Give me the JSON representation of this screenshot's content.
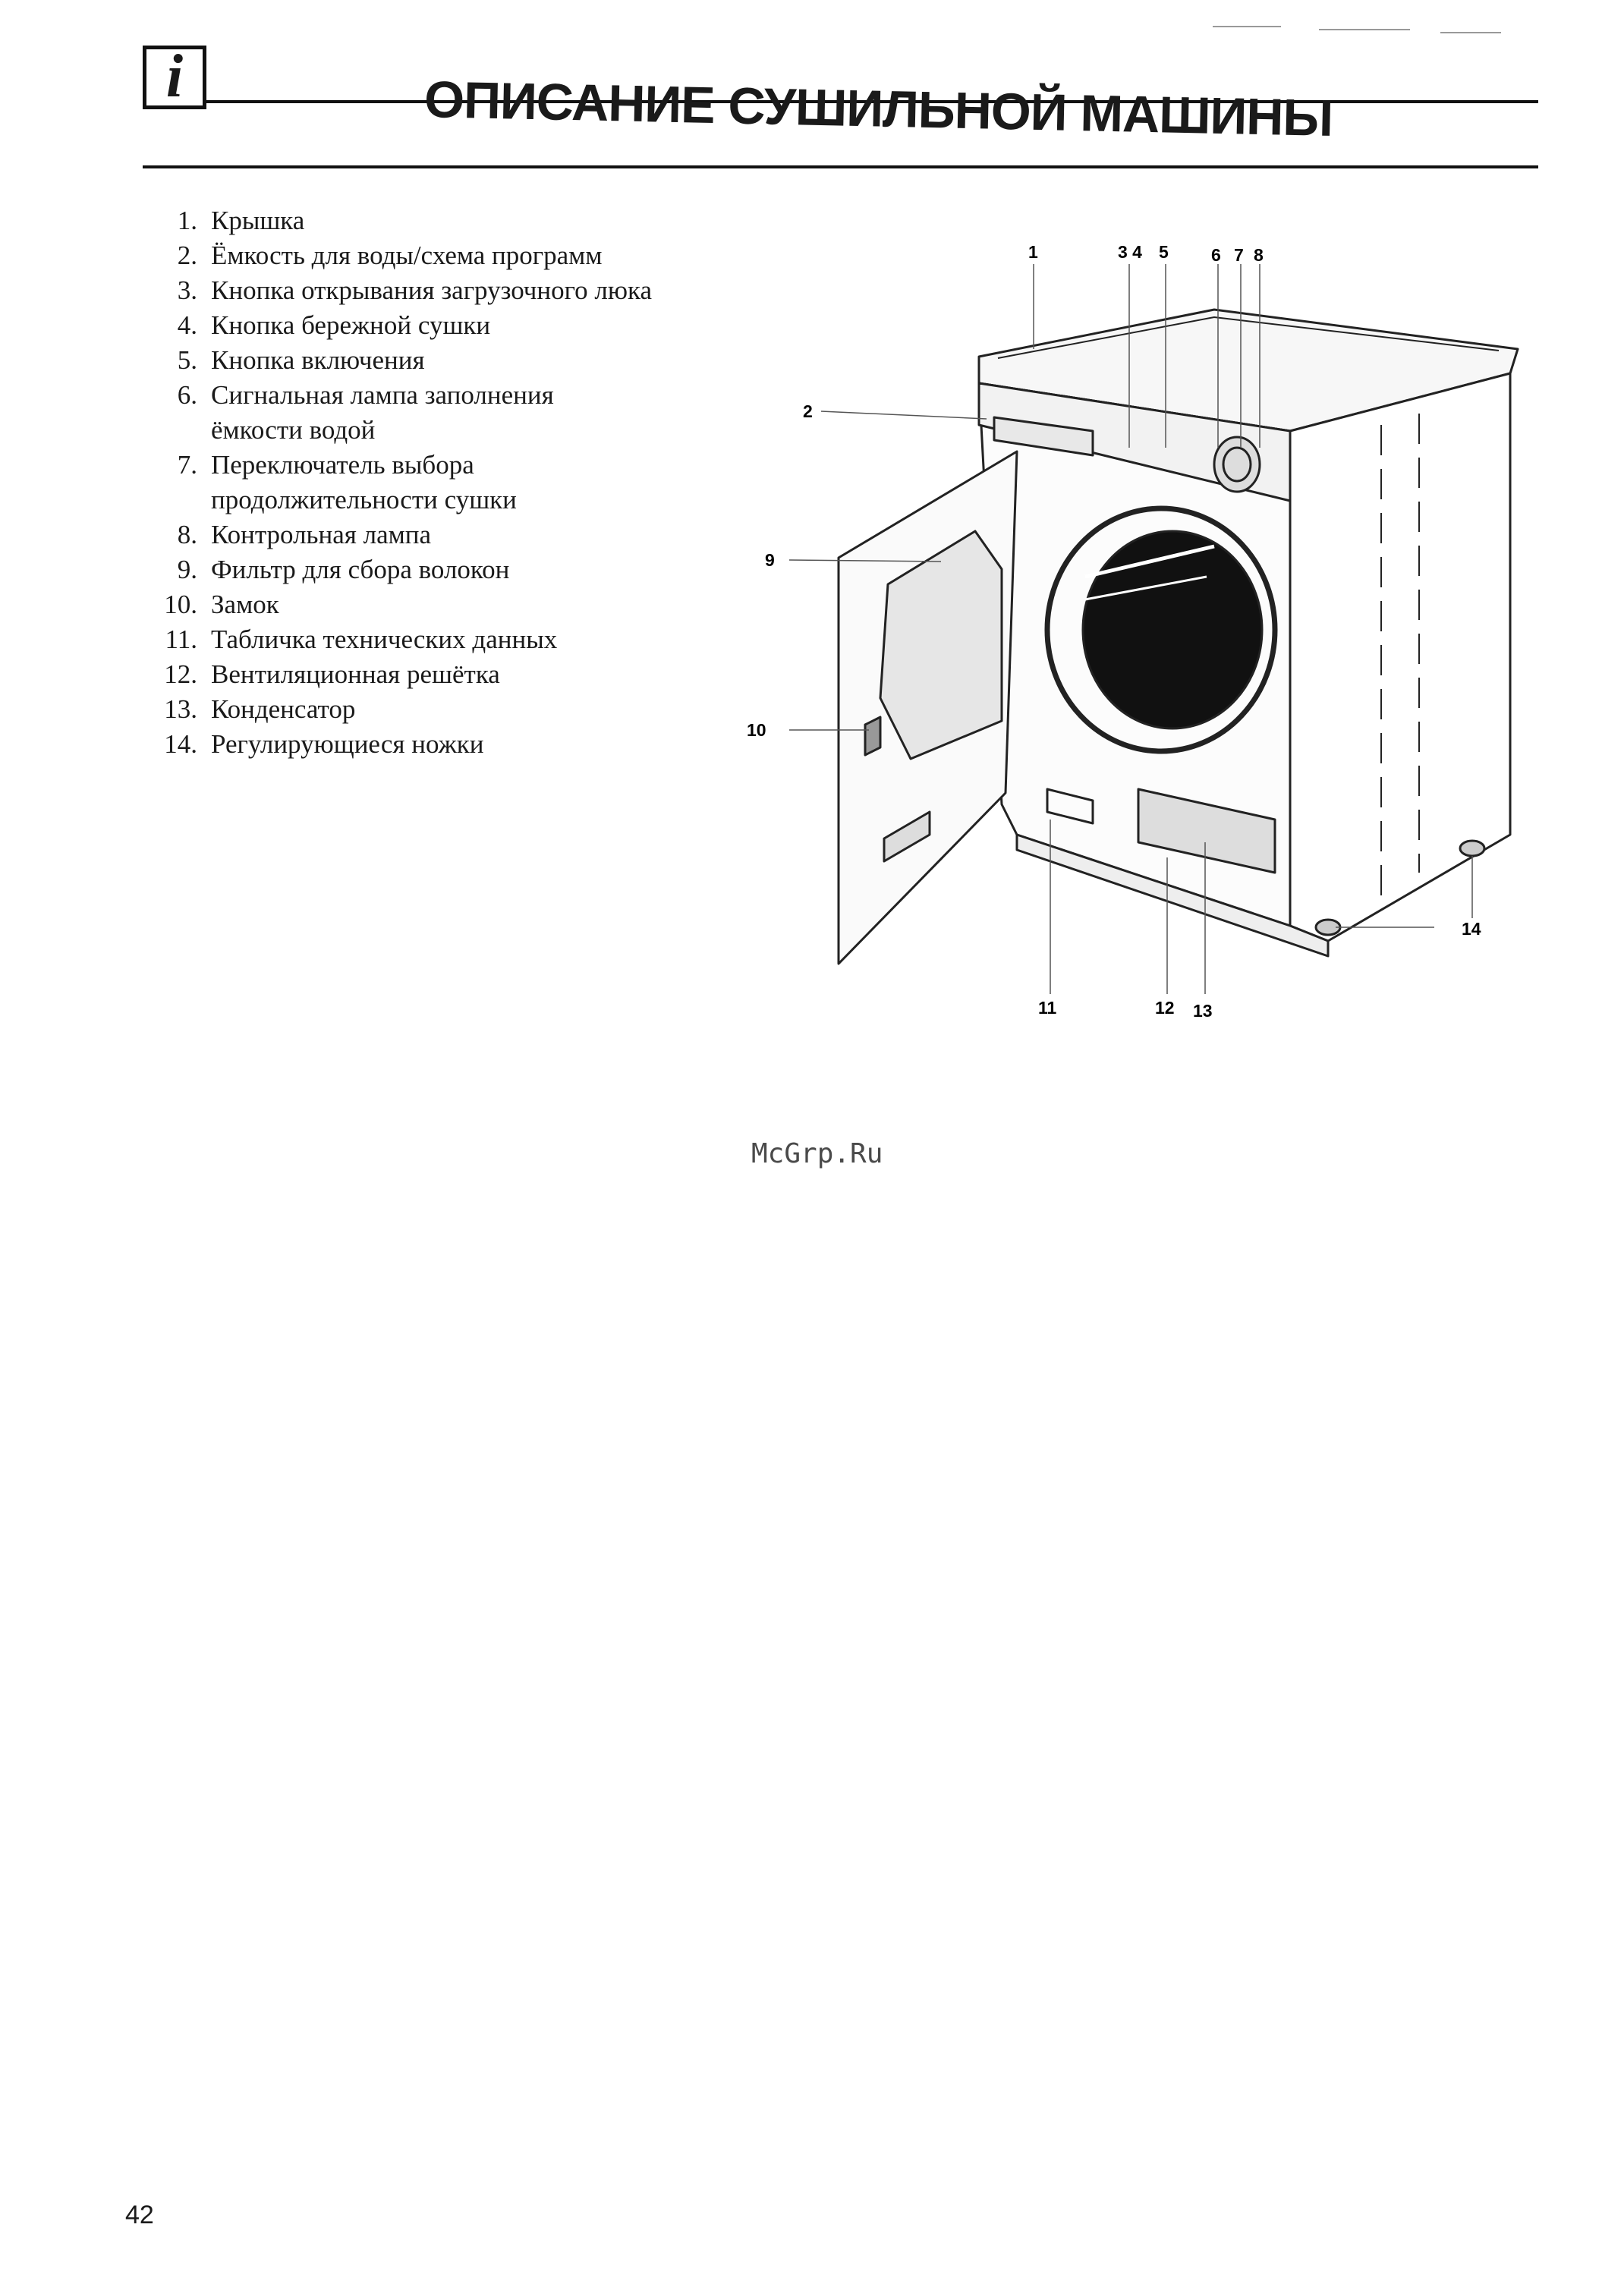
{
  "header": {
    "info_icon_glyph": "i",
    "title": "ОПИСАНИЕ СУШИЛЬНОЙ МАШИНЫ"
  },
  "parts": [
    {
      "num": "1.",
      "label": "Крышка"
    },
    {
      "num": "2.",
      "label": "Ёмкость для воды/схема программ"
    },
    {
      "num": "3.",
      "label": "Кнопка открывания загрузочного люка"
    },
    {
      "num": "4.",
      "label": "Кнопка бережной сушки"
    },
    {
      "num": "5.",
      "label": "Кнопка включения"
    },
    {
      "num": "6.",
      "label": "Сигнальная лампа заполнения"
    },
    {
      "num": "",
      "label": "ёмкости водой"
    },
    {
      "num": "7.",
      "label": "Переключатель выбора"
    },
    {
      "num": "",
      "label": "продолжительности сушки"
    },
    {
      "num": "8.",
      "label": "Контрольная лампа"
    },
    {
      "num": "9.",
      "label": "Фильтр для сбора волокон"
    },
    {
      "num": "10.",
      "label": "Замок"
    },
    {
      "num": "11.",
      "label": "Табличка технических данных"
    },
    {
      "num": "12.",
      "label": "Вентиляционная решётка"
    },
    {
      "num": "13.",
      "label": "Конденсатор"
    },
    {
      "num": "14.",
      "label": "Регулирующиеся ножки"
    }
  ],
  "diagram": {
    "callouts": {
      "c1": "1",
      "c34": "3 4",
      "c5": "5",
      "c6": "6",
      "c7": "7",
      "c8": "8",
      "c2": "2",
      "c9": "9",
      "c10": "10",
      "c11": "11",
      "c12": "12",
      "c13": "13",
      "c14": "14"
    }
  },
  "watermark": "McGrp.Ru",
  "page_number": "42"
}
